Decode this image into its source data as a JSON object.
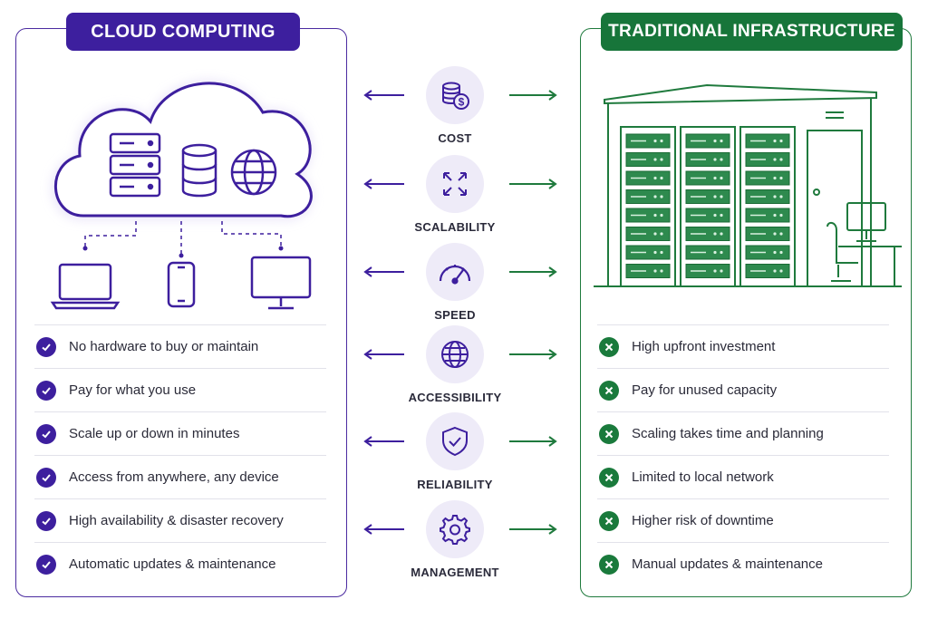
{
  "cloud": {
    "title": "CLOUD COMPUTING",
    "accent": "#3d1f9e",
    "items": [
      "No hardware to buy or maintain",
      "Pay for what you use",
      "Scale up or down in minutes",
      "Access from anywhere, any device",
      "High availability & disaster recovery",
      "Automatic updates & maintenance"
    ]
  },
  "traditional": {
    "title": "TRADITIONAL INFRASTRUCTURE",
    "accent": "#17753a",
    "items": [
      "High upfront investment",
      "Pay for unused capacity",
      "Scaling takes time and planning",
      "Limited to local network",
      "Higher risk of downtime",
      "Manual updates & maintenance"
    ]
  },
  "factors": [
    {
      "label": "COST",
      "icon": "database-dollar-icon"
    },
    {
      "label": "SCALABILITY",
      "icon": "expand-arrows-icon"
    },
    {
      "label": "SPEED",
      "icon": "speedometer-icon"
    },
    {
      "label": "ACCESSIBILITY",
      "icon": "globe-icon"
    },
    {
      "label": "RELIABILITY",
      "icon": "shield-check-icon"
    },
    {
      "label": "MANAGEMENT",
      "icon": "gear-icon"
    }
  ]
}
